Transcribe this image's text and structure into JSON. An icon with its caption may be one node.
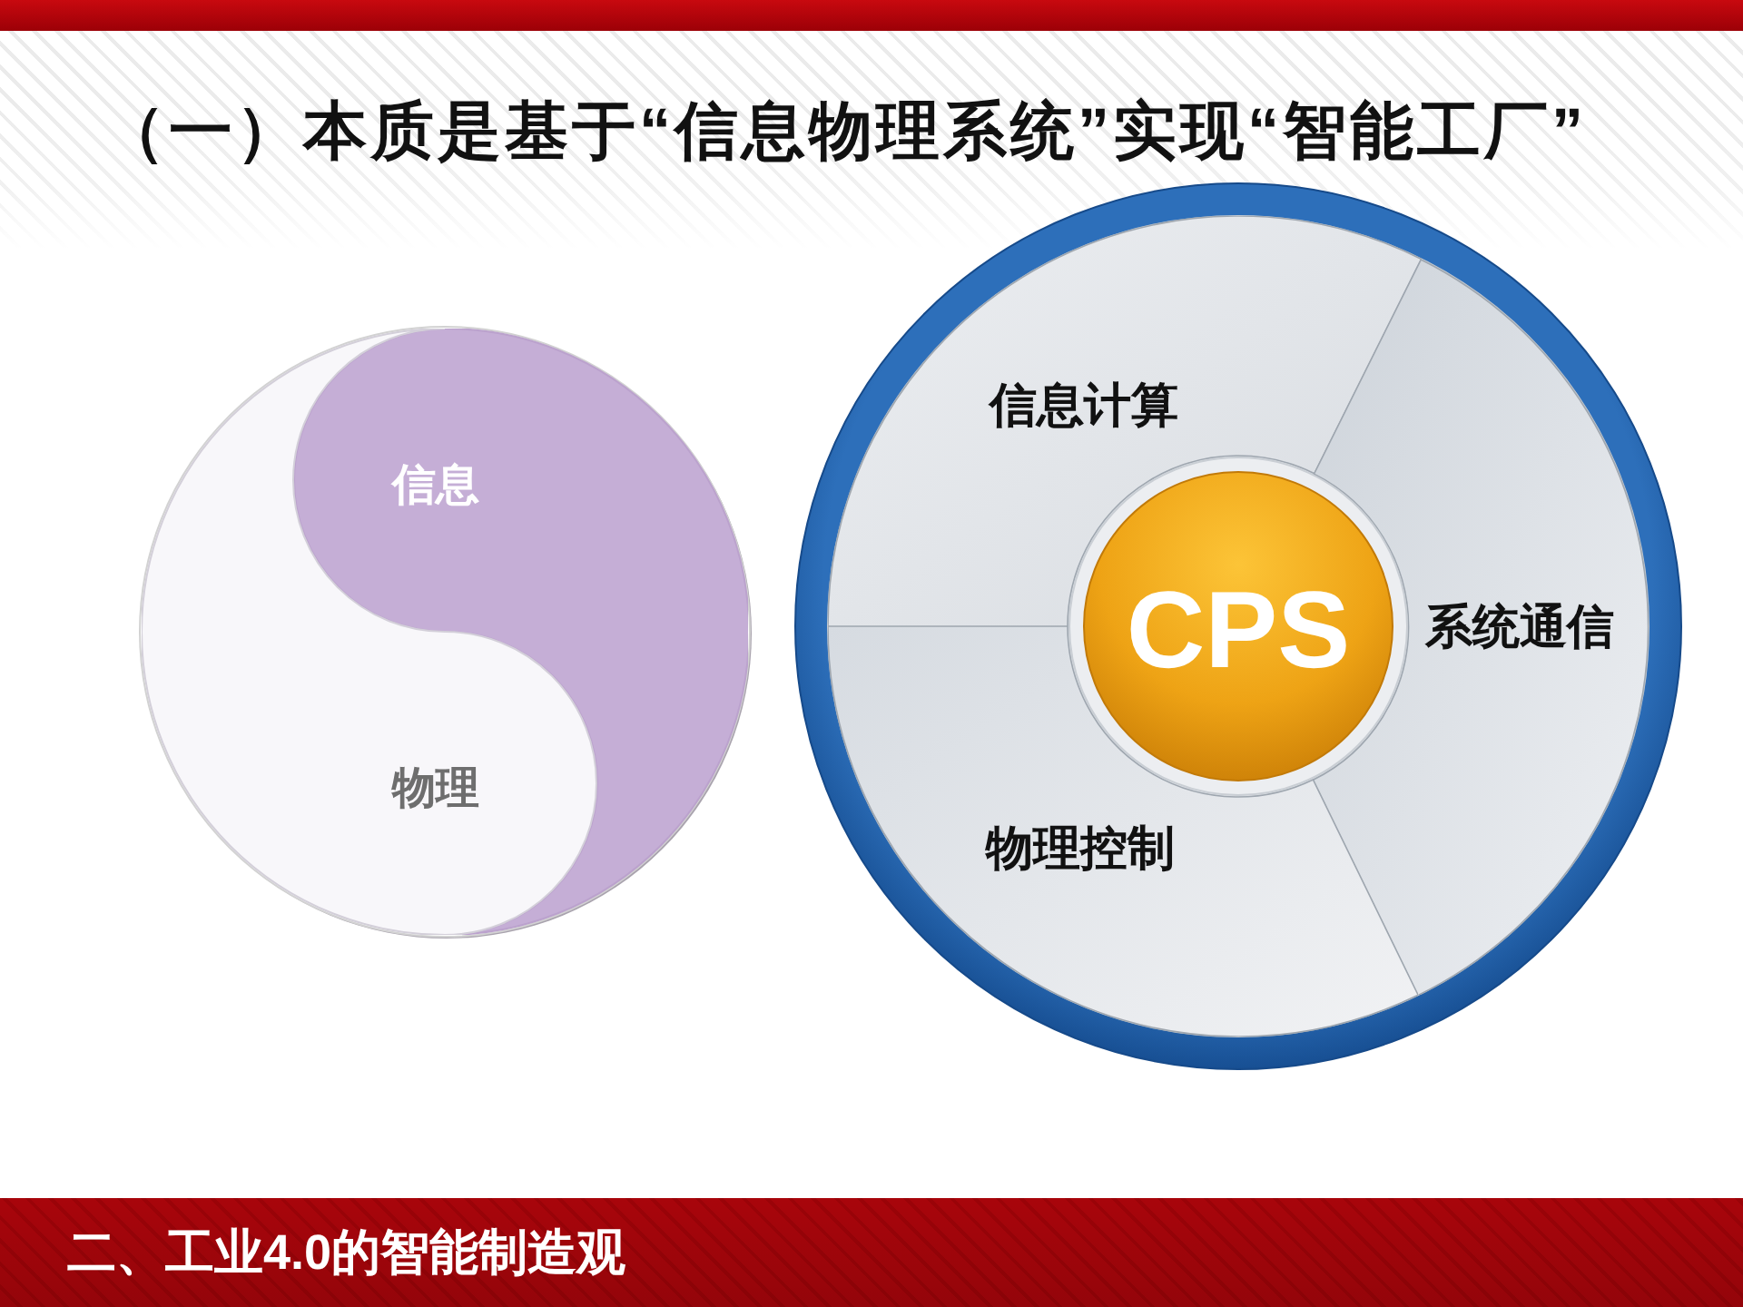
{
  "diagram": {
    "title": "（一）本质是基于“信息物理系统”实现“智能工厂”",
    "caption": "二、工业4.0的智能制造观",
    "nodes": [
      {
        "text": [],
        "shape": "circle"
      },
      {
        "text": [
          "信息"
        ],
        "in": 0
      },
      {
        "text": [
          "物理"
        ],
        "in": 0
      },
      {
        "text": [],
        "shape": "circle"
      },
      {
        "text": [
          "信息计算"
        ],
        "in": 3
      },
      {
        "text": [
          "CPS"
        ],
        "in": 3
      },
      {
        "text": [
          "系统通信"
        ],
        "in": 3
      },
      {
        "text": [
          "物理控制"
        ],
        "in": 3
      }
    ]
  }
}
